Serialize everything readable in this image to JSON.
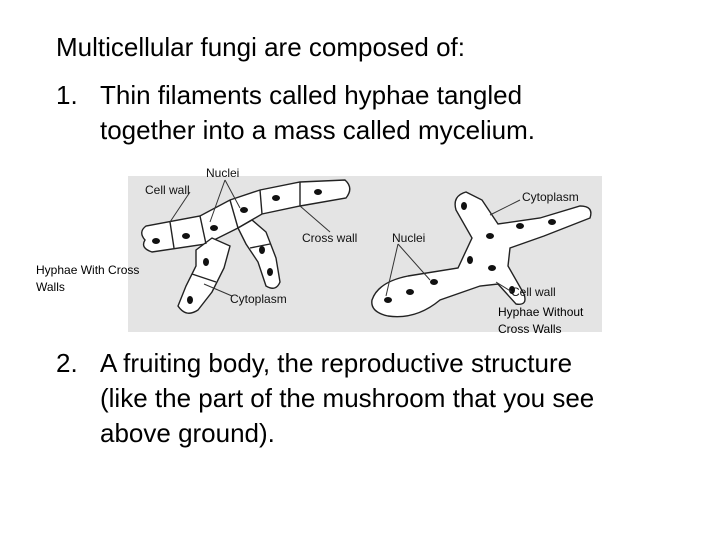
{
  "heading": "Multicellular fungi are composed of:",
  "item1": {
    "number": "1.",
    "line1": "Thin filaments called hyphae tangled",
    "line2": "together into a mass called mycelium."
  },
  "item2": {
    "number": "2.",
    "line1": "A fruiting body, the reproductive structure",
    "line2": "(like the part of the mushroom that you see",
    "line3": "above ground)."
  },
  "diagram": {
    "labels": {
      "nuclei_top": "Nuclei",
      "cell_wall_left": "Cell wall",
      "cytoplasm_right": "Cytoplasm",
      "cross_wall": "Cross wall",
      "nuclei_right": "Nuclei",
      "cytoplasm_left": "Cytoplasm",
      "cell_wall_right": "Cell wall"
    },
    "caption_left_line1": "Hyphae With Cross",
    "caption_left_line2": "Walls",
    "caption_right_line1": "Hyphae Without",
    "caption_right_line2": "Cross Walls"
  }
}
